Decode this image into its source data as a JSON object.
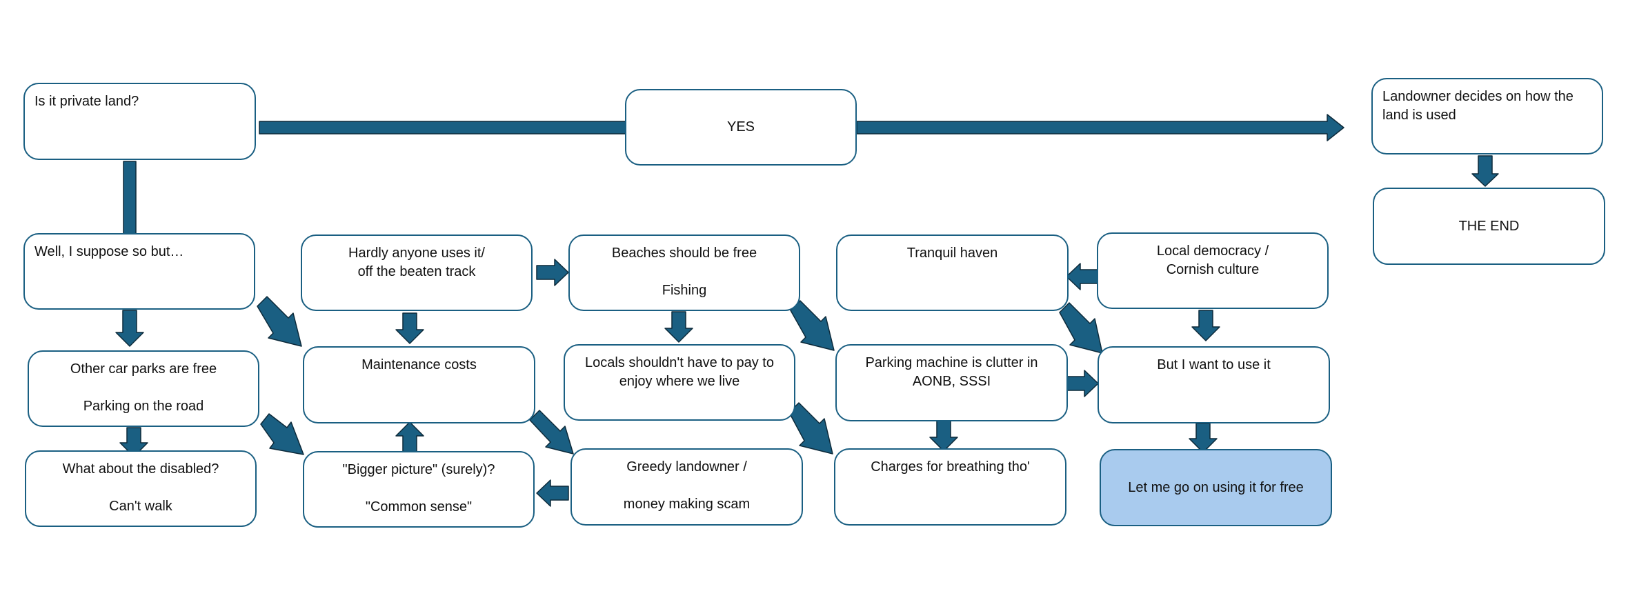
{
  "boxes": {
    "private_land": {
      "l1": "Is it private land?"
    },
    "yes": {
      "l1": "YES"
    },
    "landowner_decides": {
      "l1": "Landowner decides on how the",
      "l2": "land is used"
    },
    "the_end": {
      "l1": "THE END"
    },
    "well_i_suppose": {
      "l1": "Well, I suppose so but…"
    },
    "hardly_anyone": {
      "l1": "Hardly anyone uses it/",
      "l2": "off the beaten track"
    },
    "beaches_free": {
      "l1": "Beaches should be free",
      "l2": "Fishing"
    },
    "tranquil_haven": {
      "l1": "Tranquil haven"
    },
    "local_democracy": {
      "l1": "Local democracy /",
      "l2": "Cornish culture"
    },
    "other_car_parks": {
      "l1": "Other car parks are free",
      "l2": "Parking on the road"
    },
    "maintenance_costs": {
      "l1": "Maintenance costs"
    },
    "locals_shouldnt_pay": {
      "l1": "Locals shouldn't have to pay to",
      "l2": "enjoy where we live"
    },
    "parking_machine_clutter": {
      "l1": "Parking machine is clutter in",
      "l2": "AONB, SSSI"
    },
    "but_i_want": {
      "l1": "But I want to use it"
    },
    "disabled": {
      "l1": "What about the disabled?",
      "l2": "Can't walk"
    },
    "bigger_picture": {
      "l1": "\"Bigger picture\" (surely)?",
      "l2": "\"Common sense\""
    },
    "greedy_landowner": {
      "l1": "Greedy landowner /",
      "l2": "money making scam"
    },
    "charges_breathing": {
      "l1": "Charges for breathing tho'"
    },
    "let_me_go": {
      "l1": "Let me go on using it for free"
    }
  },
  "colors": {
    "arrow_fill": "#1a5f82",
    "arrow_stroke": "#0d2a3a",
    "box_border": "#1a5f82",
    "highlight_fill": "#a9cbee"
  }
}
